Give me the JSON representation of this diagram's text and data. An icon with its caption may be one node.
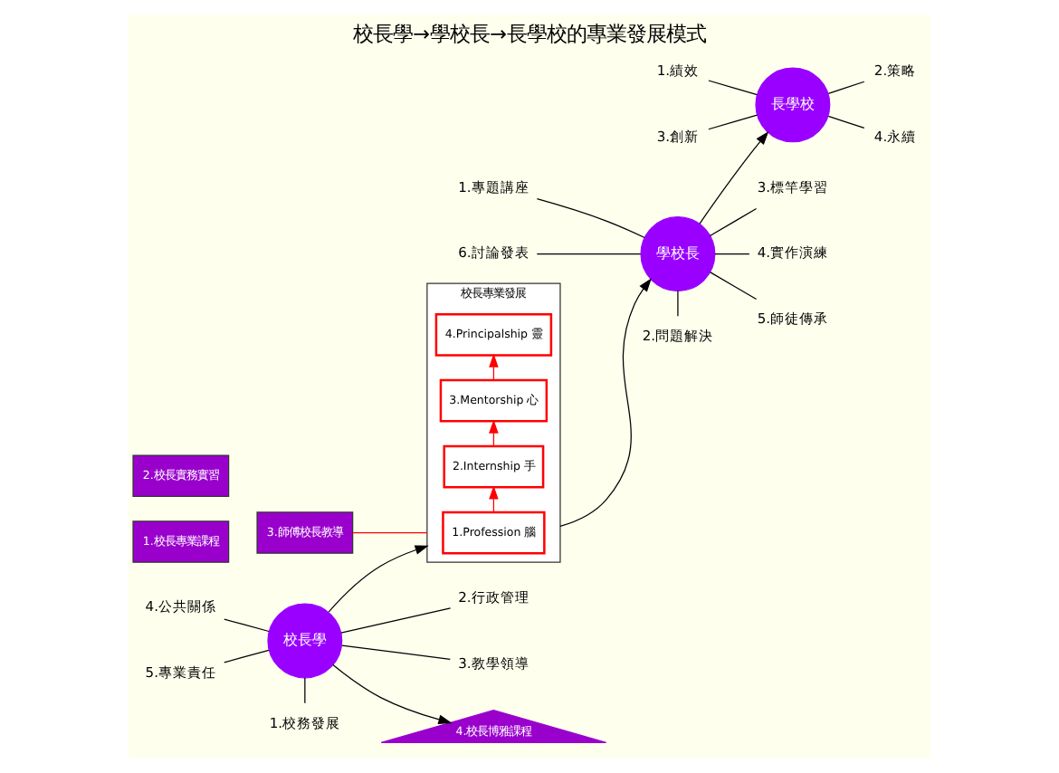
{
  "diagram": {
    "title": "校長學→學校長→長學校的專業發展模式",
    "nodes": [
      {
        "text": [
          "校長學"
        ]
      },
      {
        "text": [
          "1.校務發展"
        ]
      },
      {
        "text": [
          "2.行政管理"
        ]
      },
      {
        "text": [
          "3.教學領導"
        ]
      },
      {
        "text": [
          "4.公共關係"
        ]
      },
      {
        "text": [
          "5.專業責任"
        ]
      },
      {
        "text": [
          "校長專業發展"
        ]
      },
      {
        "text": [
          "4.Principalship 靈"
        ],
        "in": 6
      },
      {
        "text": [
          "3.Mentorship 心"
        ],
        "in": 6
      },
      {
        "text": [
          "2.Internship 手"
        ],
        "in": 6
      },
      {
        "text": [
          "1.Profession 腦"
        ],
        "in": 6
      },
      {
        "text": [
          "學校長"
        ]
      },
      {
        "text": [
          "1.專題講座"
        ]
      },
      {
        "text": [
          "2.問題解決"
        ]
      },
      {
        "text": [
          "3.標竿學習"
        ]
      },
      {
        "text": [
          "4.實作演練"
        ]
      },
      {
        "text": [
          "5.師徒傳承"
        ]
      },
      {
        "text": [
          "6.討論發表"
        ]
      },
      {
        "text": [
          "長學校"
        ]
      },
      {
        "text": [
          "1.績效"
        ]
      },
      {
        "text": [
          "2.策略"
        ]
      },
      {
        "text": [
          "3.創新"
        ]
      },
      {
        "text": [
          "4.永續"
        ]
      },
      {
        "text": [
          "3.師傅校長教導"
        ]
      },
      {
        "text": [
          "4.校長博雅課程"
        ]
      },
      {
        "text": [
          "1.校長專業課程"
        ]
      },
      {
        "text": [
          "2.校長實務實習"
        ]
      }
    ],
    "edges": [
      {
        "from": 0,
        "to": 1,
        "arrow": "none"
      },
      {
        "from": 0,
        "to": 2,
        "arrow": "none"
      },
      {
        "from": 0,
        "to": 3,
        "arrow": "none"
      },
      {
        "from": 0,
        "to": 4,
        "arrow": "none"
      },
      {
        "from": 0,
        "to": 5,
        "arrow": "none"
      },
      {
        "from": 0,
        "to": 6,
        "arrow": "to"
      },
      {
        "from": 10,
        "to": 9,
        "arrow": "to",
        "color": "#ff0000"
      },
      {
        "from": 9,
        "to": 8,
        "arrow": "to",
        "color": "#ff0000"
      },
      {
        "from": 8,
        "to": 7,
        "arrow": "to",
        "color": "#ff0000"
      },
      {
        "from": 6,
        "to": 11,
        "arrow": "to"
      },
      {
        "from": 11,
        "to": 12,
        "arrow": "none"
      },
      {
        "from": 11,
        "to": 13,
        "arrow": "none"
      },
      {
        "from": 11,
        "to": 14,
        "arrow": "none"
      },
      {
        "from": 11,
        "to": 15,
        "arrow": "none"
      },
      {
        "from": 11,
        "to": 16,
        "arrow": "none"
      },
      {
        "from": 11,
        "to": 17,
        "arrow": "none"
      },
      {
        "from": 11,
        "to": 18,
        "arrow": "to"
      },
      {
        "from": 18,
        "to": 19,
        "arrow": "none"
      },
      {
        "from": 18,
        "to": 20,
        "arrow": "none"
      },
      {
        "from": 18,
        "to": 21,
        "arrow": "none"
      },
      {
        "from": 18,
        "to": 22,
        "arrow": "none"
      },
      {
        "from": 23,
        "to": 6,
        "arrow": "none",
        "color": "#ff0000"
      },
      {
        "from": 0,
        "to": 24,
        "arrow": "to"
      }
    ]
  }
}
